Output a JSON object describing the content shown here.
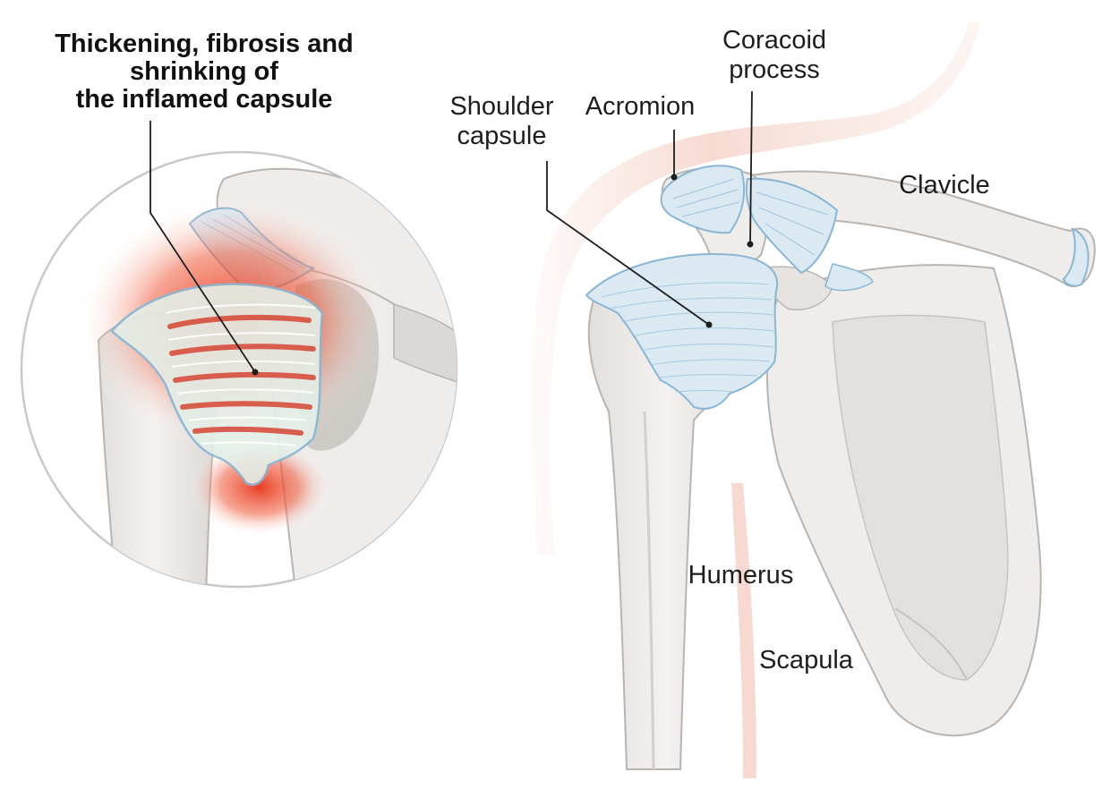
{
  "inset": {
    "title_lines": [
      "Thickening, fibrosis and",
      "shrinking of",
      "the inflamed capsule"
    ]
  },
  "labels": {
    "coracoid_process": [
      "Coracoid",
      "process"
    ],
    "shoulder_capsule": [
      "Shoulder",
      "capsule"
    ],
    "acromion": "Acromion",
    "clavicle": "Clavicle",
    "humerus": "Humerus",
    "scapula": "Scapula"
  },
  "colors": {
    "bone": "#efedec",
    "bone_shadow": "#d3cfcc",
    "bone_outline": "#b9b4b0",
    "capsule": "#dbe9f3",
    "capsule_outline": "#8ab6d4",
    "skin": "#f3c9bd",
    "inflammation": "#e8341c",
    "inset_border": "#c9c9c9",
    "leader_line": "#1e1e1e"
  }
}
